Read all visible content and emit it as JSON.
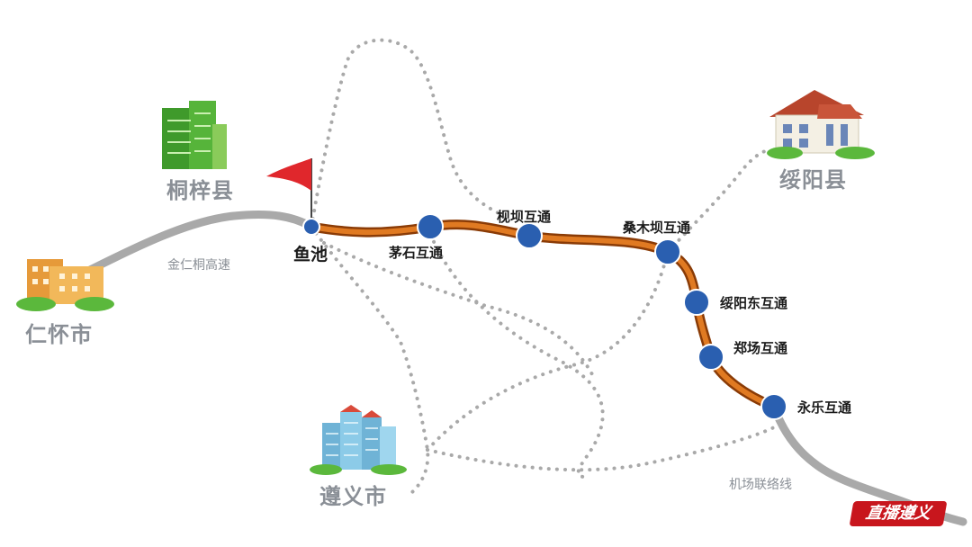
{
  "colors": {
    "route": "#c4560f",
    "station": "#2a5fb0",
    "dotted": "#a9a9a9",
    "highway": "#a9a9a9",
    "label": "#8a8f96",
    "flag": "#e0272c"
  },
  "cities": {
    "tongzi": "桐梓县",
    "renhuai": "仁怀市",
    "suiyang": "绥阳县",
    "zunyi": "遵义市"
  },
  "start_point": "鱼池",
  "stations": [
    {
      "name": "茅石互通"
    },
    {
      "name": "枧坝互通"
    },
    {
      "name": "桑木坝互通"
    },
    {
      "name": "绥阳东互通"
    },
    {
      "name": "郑场互通"
    },
    {
      "name": "永乐互通"
    }
  ],
  "roads": {
    "jinren": "金仁桐高速",
    "airport": "机场联络线"
  },
  "watermark": "直播遵义",
  "icons": [
    "building-icon",
    "flag-icon",
    "station-icon"
  ]
}
